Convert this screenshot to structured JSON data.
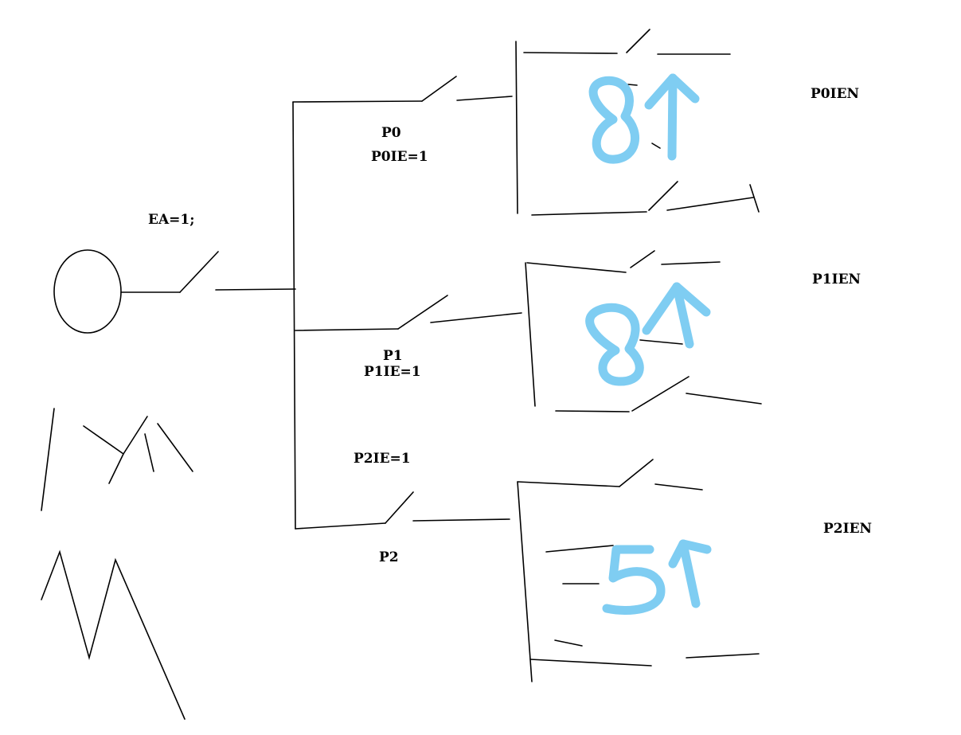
{
  "colors": {
    "line": "#000000",
    "handwriting": "#7fcdf2",
    "background": "#ffffff"
  },
  "labels": {
    "ea": "EA=1;",
    "p0": "P0",
    "p0ie": "P0IE=1",
    "p0ien": "P0IEN",
    "p1": "P1",
    "p1ie": "P1IE=1",
    "p1ien": "P1IEN",
    "p2ie": "P2IE=1",
    "p2": "P2",
    "p2ien": "P2IEN"
  },
  "handwritten_notes": {
    "p0_group": "8↑",
    "p1_group": "8↑",
    "p2_group": "5↑"
  }
}
